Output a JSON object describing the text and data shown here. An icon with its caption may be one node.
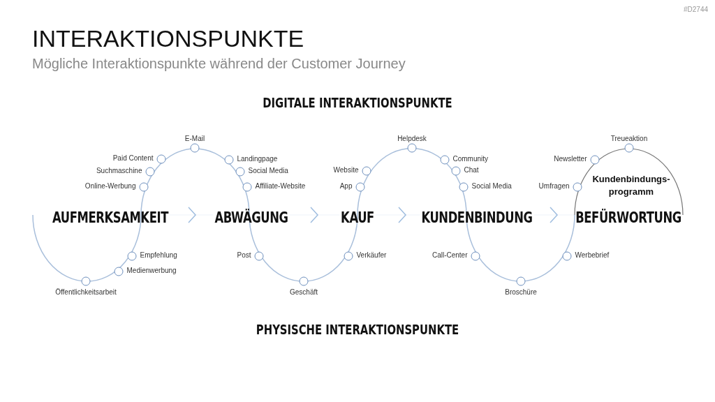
{
  "diagram": {
    "title": "INTERAKTIONSPUNKTE",
    "nodes": [
      {
        "text": [
          "AUFMERKSAMKEIT"
        ]
      },
      {
        "text": [
          "ABWÄGUNG"
        ]
      },
      {
        "text": [
          "KAUF"
        ]
      },
      {
        "text": [
          "KUNDENBINDUNG"
        ]
      },
      {
        "text": [
          "BEFÜRWORTUNG"
        ]
      },
      {
        "text": [],
        "shape": "circle",
        "beside": [
          "Empfehlung"
        ]
      },
      {
        "text": [],
        "shape": "circle",
        "beside": [
          "Medienwerbung"
        ]
      },
      {
        "text": [],
        "shape": "circle",
        "beside": [
          "Öffentlichkeitsarbeit"
        ]
      },
      {
        "text": [],
        "shape": "circle",
        "beside": [
          "Online-Werbung"
        ]
      },
      {
        "text": [],
        "shape": "circle",
        "beside": [
          "Suchmaschine"
        ]
      },
      {
        "text": [],
        "shape": "circle",
        "beside": [
          "Paid Content"
        ]
      },
      {
        "text": [],
        "shape": "circle",
        "beside": [
          "E-Mail"
        ]
      },
      {
        "text": [],
        "shape": "circle",
        "beside": [
          "Landingpage"
        ]
      },
      {
        "text": [],
        "shape": "circle",
        "beside": [
          "Social Media"
        ]
      },
      {
        "text": [],
        "shape": "circle",
        "beside": [
          "Affiliate-Website"
        ]
      },
      {
        "text": [],
        "shape": "circle",
        "beside": [
          "Post"
        ]
      },
      {
        "text": [],
        "shape": "circle",
        "beside": [
          "Geschäft"
        ]
      },
      {
        "text": [],
        "shape": "circle",
        "beside": [
          "Verkäufer"
        ]
      },
      {
        "text": [],
        "shape": "circle",
        "beside": [
          "App"
        ]
      },
      {
        "text": [],
        "shape": "circle",
        "beside": [
          "Website"
        ]
      },
      {
        "text": [],
        "shape": "circle",
        "beside": [
          "Helpdesk"
        ]
      },
      {
        "text": [],
        "shape": "circle",
        "beside": [
          "Community"
        ]
      },
      {
        "text": [],
        "shape": "circle",
        "beside": [
          "Chat"
        ]
      },
      {
        "text": [],
        "shape": "circle",
        "beside": [
          "Social Media"
        ]
      },
      {
        "text": [],
        "shape": "circle",
        "beside": [
          "Call-Center"
        ]
      },
      {
        "text": [],
        "shape": "circle",
        "beside": [
          "Broschüre"
        ]
      },
      {
        "text": [],
        "shape": "circle",
        "beside": [
          "Werbebrief"
        ]
      },
      {
        "text": [],
        "shape": "circle",
        "beside": [
          "Umfragen"
        ]
      },
      {
        "text": [],
        "shape": "circle",
        "beside": [
          "Newsletter"
        ]
      },
      {
        "text": [],
        "shape": "circle",
        "beside": [
          "Treueaktion"
        ]
      }
    ],
    "edges": [
      {
        "from": 0,
        "to": 1,
        "arrow": "to"
      },
      {
        "from": 1,
        "to": 2,
        "arrow": "to"
      },
      {
        "from": 2,
        "to": 3,
        "arrow": "to"
      },
      {
        "from": 3,
        "to": 4,
        "arrow": "to"
      }
    ],
    "labels": [
      "#D2744",
      "Mögliche Interaktionspunkte während der Customer Journey",
      "DIGITALE INTERAKTIONSPUNKTE",
      "Kundenbindungs-programm",
      "PHYSISCHE INTERAKTIONSPUNKTE"
    ]
  }
}
